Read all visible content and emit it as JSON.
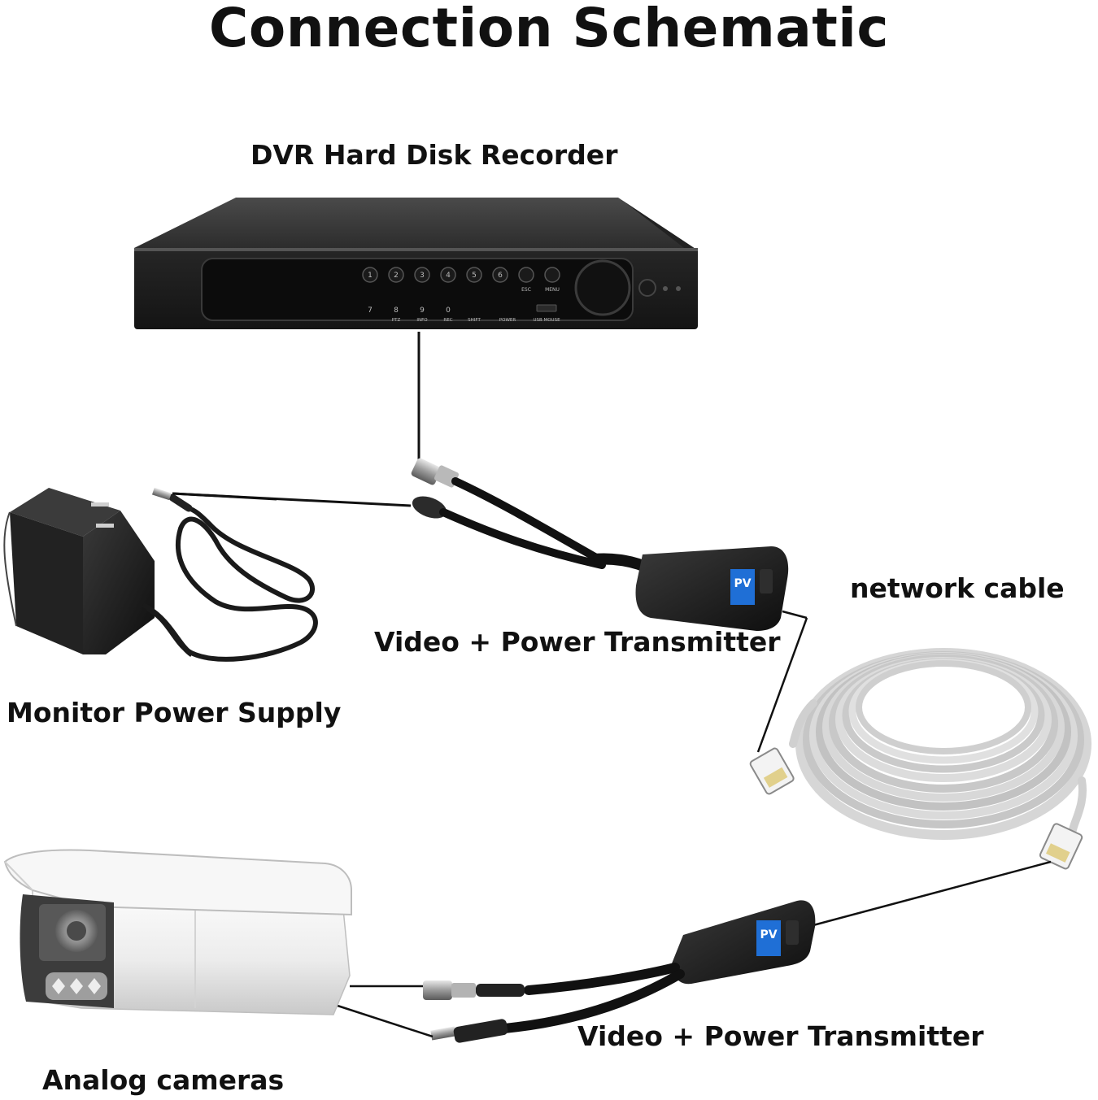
{
  "title": "Connection Schematic",
  "labels": {
    "dvr": "DVR Hard Disk Recorder",
    "power_supply": "Monitor Power Supply",
    "transmitter_top": "Video + Power Transmitter",
    "network_cable": "network cable",
    "transmitter_bottom": "Video + Power Transmitter",
    "camera": "Analog cameras"
  },
  "dvr_panel": {
    "top_keys": [
      "1",
      "2",
      "3",
      "4",
      "5",
      "6"
    ],
    "bottom_keys": [
      "7",
      "8",
      "9",
      "0"
    ],
    "bottom_captions": [
      "PTZ",
      "INFO",
      "REC",
      "SHIFT",
      "POWER",
      "USB MOUSE"
    ],
    "esc": "ESC",
    "menu": "MENU"
  },
  "balun_badge": "PV"
}
